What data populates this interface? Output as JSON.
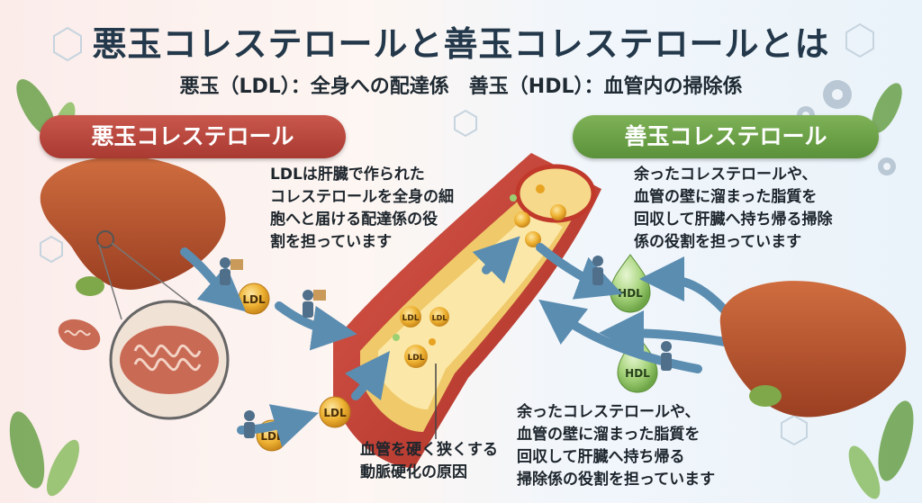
{
  "title": "悪玉コレステロールと善玉コレステロールとは",
  "subtitle": "悪玉（LDL）：全身への配達係　善玉（HDL）：血管内の掃除係",
  "bad_section": {
    "label": "悪玉コレステロール",
    "description": [
      "LDLは肝臓で作られた",
      "コレステロールを全身の細",
      "胞へと届ける配達係の役",
      "割を担っています"
    ],
    "particle_label": "LDL",
    "artery_note": [
      "血管を硬く狭くする",
      "動脈硬化の原因"
    ]
  },
  "good_section": {
    "label": "善玉コレステロール",
    "description_top": [
      "余ったコレステロールや、",
      "血管の壁に溜まった脂質を",
      "回収して肝臓へ持ち帰る掃除",
      "係の役割を担っています"
    ],
    "description_bottom": [
      "余ったコレステロールや、",
      "血管の壁に溜まった脂質を",
      "回収して肝臓へ持ち帰る",
      "掃除係の役割を担っています"
    ],
    "particle_label": "HDL"
  },
  "colors": {
    "title": "#23384a",
    "bad_accent": "#b8463c",
    "good_accent": "#6aa148",
    "ldl_particle": "#e8a321",
    "hdl_particle": "#9ccf72",
    "liver": "#b5532e",
    "artery": "#c0392b",
    "arrow": "#5b8db1"
  }
}
